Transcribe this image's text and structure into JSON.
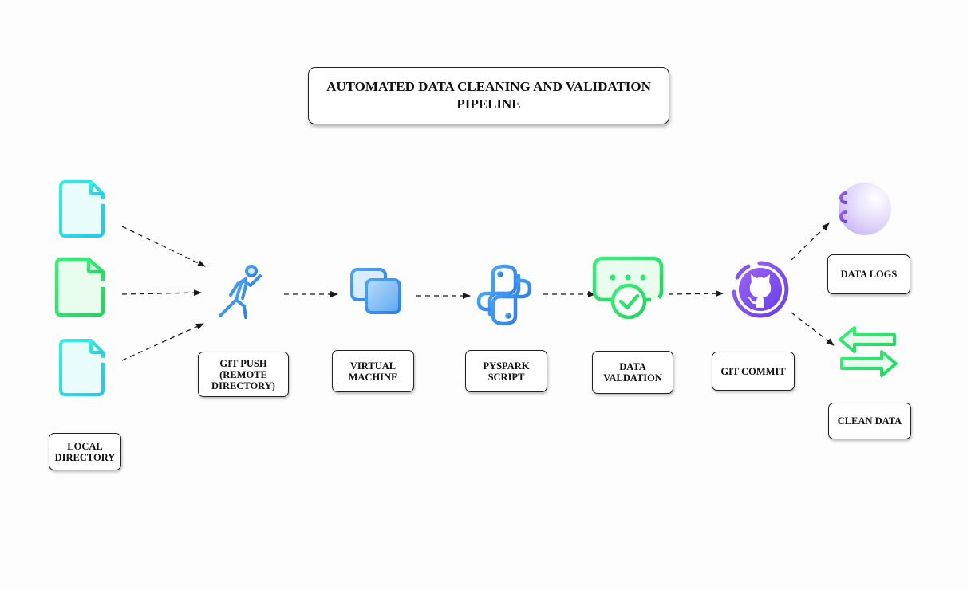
{
  "title": "AUTOMATED DATA CLEANING AND VALIDATION\nPIPELINE",
  "nodes": {
    "local_directory": "LOCAL\nDIRECTORY",
    "git_push": "GIT PUSH\n(REMOTE\nDIRECTORY)",
    "virtual_machine": "VIRTUAL\nMACHINE",
    "pyspark_script": "PYSPARK\nSCRIPT",
    "data_validation": "DATA\nVALDATION",
    "git_commit": "GIT COMMIT",
    "data_logs": "DATA LOGS",
    "clean_data": "CLEAN DATA"
  },
  "icons": {
    "file_1": "document-icon",
    "file_2": "spreadsheet-icon",
    "file_3": "document-icon",
    "git_push": "hiker-push-icon",
    "virtual_machine": "overlapping-windows-icon",
    "pyspark": "python-logo-icon",
    "validation": "screen-checkmark-icon",
    "git_commit": "github-octocat-icon",
    "data_logs": "log-lines-icon",
    "clean_data": "transfer-arrows-icon"
  },
  "colors": {
    "cyan": "#2ee6e0",
    "green": "#2bea6f",
    "blue": "#3b8ff0",
    "purple": "#7c4df0",
    "arrow": "#1a1a1a"
  }
}
